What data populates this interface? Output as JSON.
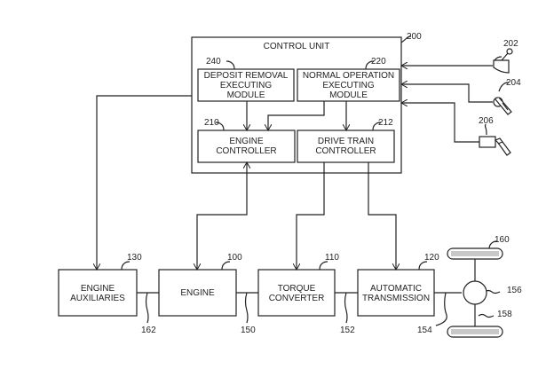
{
  "diagram": {
    "control_unit": {
      "title": "CONTROL UNIT",
      "ref": "200"
    },
    "modules": [
      {
        "id": "deposit-removal",
        "label": "DEPOSIT REMOVAL\nEXECUTING\nMODULE",
        "ref": "240"
      },
      {
        "id": "normal-operation",
        "label": "NORMAL OPERATION\nEXECUTING\nMODULE",
        "ref": "220"
      },
      {
        "id": "engine-controller",
        "label": "ENGINE\nCONTROLLER",
        "ref": "210"
      },
      {
        "id": "drive-train-controller",
        "label": "DRIVE TRAIN\nCONTROLLER",
        "ref": "212"
      }
    ],
    "components": [
      {
        "id": "engine-auxiliaries",
        "label": "ENGINE\nAUXILIARIES",
        "ref": "130"
      },
      {
        "id": "engine",
        "label": "ENGINE",
        "ref": "100"
      },
      {
        "id": "torque-converter",
        "label": "TORQUE\nCONVERTER",
        "ref": "110"
      },
      {
        "id": "automatic-transmission",
        "label": "AUTOMATIC\nTRANSMISSION",
        "ref": "120"
      }
    ],
    "sensors": [
      {
        "id": "shift-lever",
        "ref": "202"
      },
      {
        "id": "accelerator-pedal",
        "ref": "204"
      },
      {
        "id": "brake-pedal",
        "ref": "206"
      }
    ],
    "shafts": [
      "162",
      "150",
      "152",
      "154"
    ],
    "drive": {
      "differential_ref": "156",
      "axle_ref": "158",
      "wheel_ref": "160"
    }
  }
}
